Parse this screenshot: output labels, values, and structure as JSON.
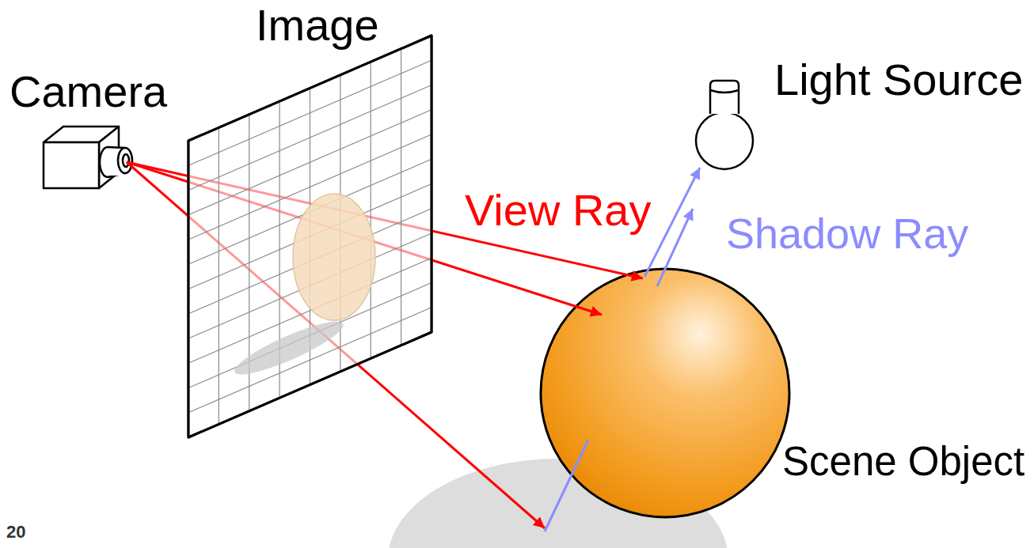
{
  "diagram": {
    "nodes": [
      {
        "text": [
          "Camera"
        ]
      },
      {
        "text": [
          "Image"
        ]
      },
      {
        "text": [
          "Light Source"
        ]
      },
      {
        "text": [
          "Scene Object"
        ]
      }
    ],
    "edges": [
      {
        "from": 0,
        "to": 3,
        "label": "View Ray",
        "arrow": "to"
      },
      {
        "from": 3,
        "to": 2,
        "label": "Shadow Ray",
        "arrow": "to"
      }
    ],
    "labels": [
      "20"
    ]
  }
}
